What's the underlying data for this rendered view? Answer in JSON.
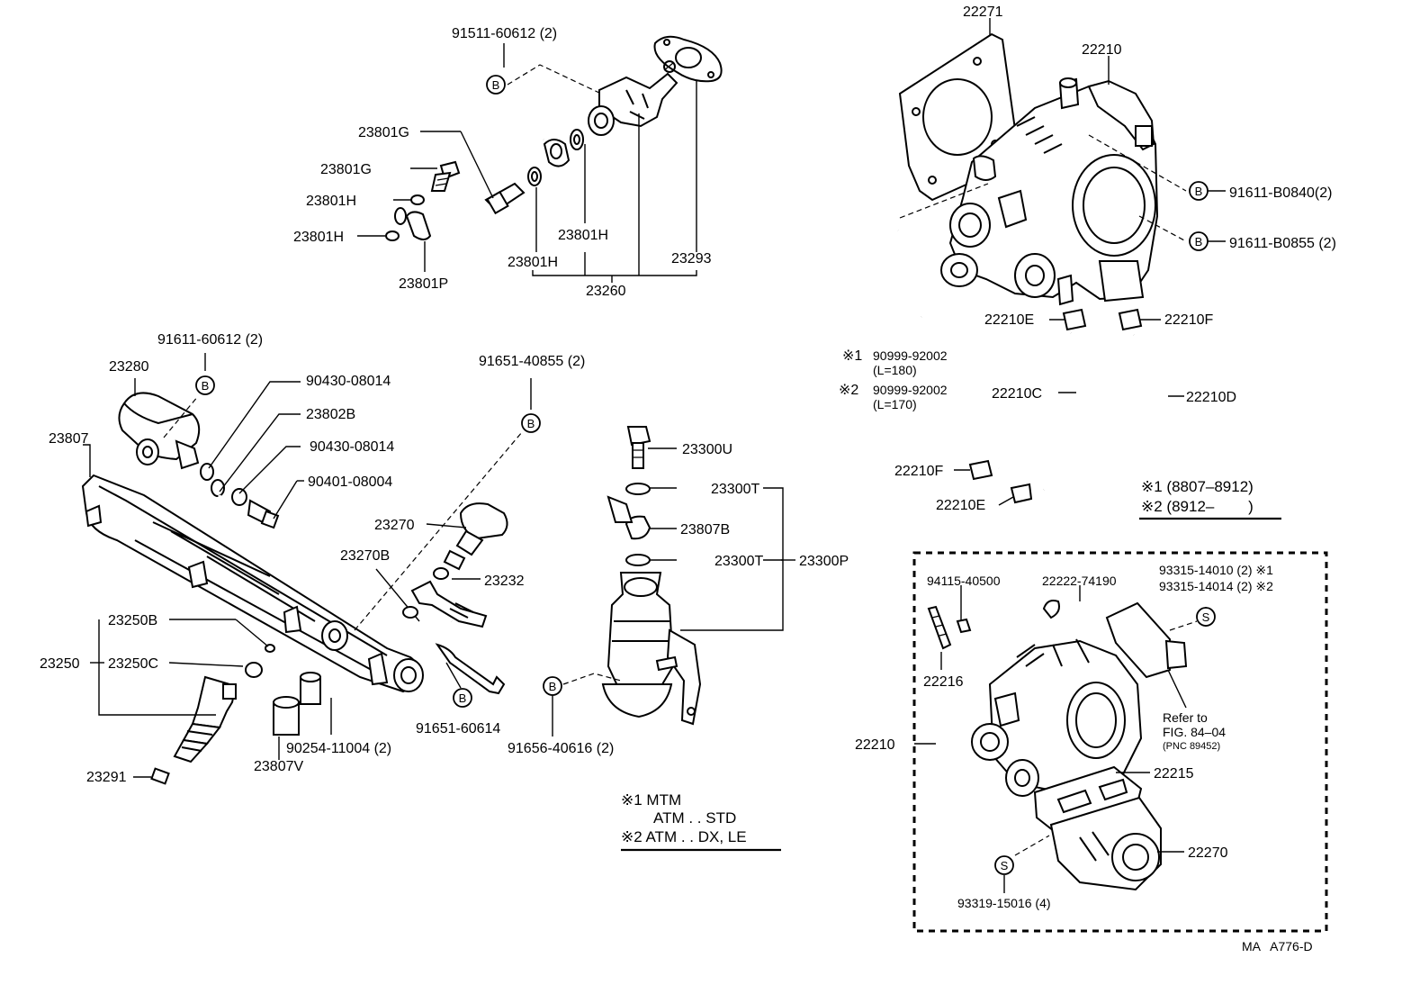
{
  "labels": {
    "p91511_60612": "91511-60612 (2)",
    "b1": "B",
    "p23801G_a": "23801G",
    "p23801G_b": "23801G",
    "p23801H_a": "23801H",
    "p23801H_b": "23801H",
    "p23801H_c": "23801H",
    "p23801H_d": "23801H",
    "p23801P": "23801P",
    "p23293": "23293",
    "p23260": "23260",
    "p91611_60612": "91611-60612 (2)",
    "b2": "B",
    "p23280": "23280",
    "p23807": "23807",
    "p90430_08014_a": "90430-08014",
    "p23802B": "23802B",
    "p90430_08014_b": "90430-08014",
    "p90401_08004": "90401-08004",
    "p91651_40855": "91651-40855 (2)",
    "b3": "B",
    "p23300U": "23300U",
    "p23300T_a": "23300T",
    "p23807B": "23807B",
    "p23300T_b": "23300T",
    "p23300P": "23300P",
    "p23270": "23270",
    "p23270B": "23270B",
    "p23232": "23232",
    "p23250B": "23250B",
    "p23250": "23250",
    "p23250C": "23250C",
    "b4": "B",
    "p91651_60614": "91651-60614",
    "b5": "B",
    "p91656_40616": "91656-40616 (2)",
    "p90254_11004": "90254-11004 (2)",
    "p23807V": "23807V",
    "p23291": "23291",
    "p22271": "22271",
    "p22210_top": "22210",
    "b6": "B",
    "p91611_B0840": "91611-B0840(2)",
    "b7": "B",
    "p91611_B0855": "91611-B0855 (2)",
    "p22210E_a": "22210E",
    "p22210F_a": "22210F",
    "note_m1": "※1",
    "p90999_92002_a": "90999-92002",
    "len180": "(L=180)",
    "note_m2": "※2",
    "p90999_92002_b": "90999-92002",
    "len170": "(L=170)",
    "p22210C": "22210C",
    "p22210D": "22210D",
    "p22210F_b": "22210F",
    "p22210E_b": "22210E",
    "legend1": "※1 (8807–8912)",
    "legend2": "※2 (8912–        )",
    "p94115_40500": "94115-40500",
    "p22222_74190": "22222-74190",
    "p93315_14010": "93315-14010 (2) ※1",
    "p93315_14014": "93315-14014 (2) ※2",
    "s1": "S",
    "p22216": "22216",
    "refer_to": "Refer to",
    "fig_ref": "FIG. 84–04",
    "pnc_ref": "(PNC 89452)",
    "p22210_bottom": "22210",
    "p22215": "22215",
    "p22270": "22270",
    "s2": "S",
    "p93319_15016": "93319-15016 (4)",
    "note_mtm": "※1 MTM",
    "note_atm_std": "ATM . . STD",
    "note_atm_dx": "※2 ATM . . DX, LE",
    "drawing_code": "MA   A776-D"
  }
}
